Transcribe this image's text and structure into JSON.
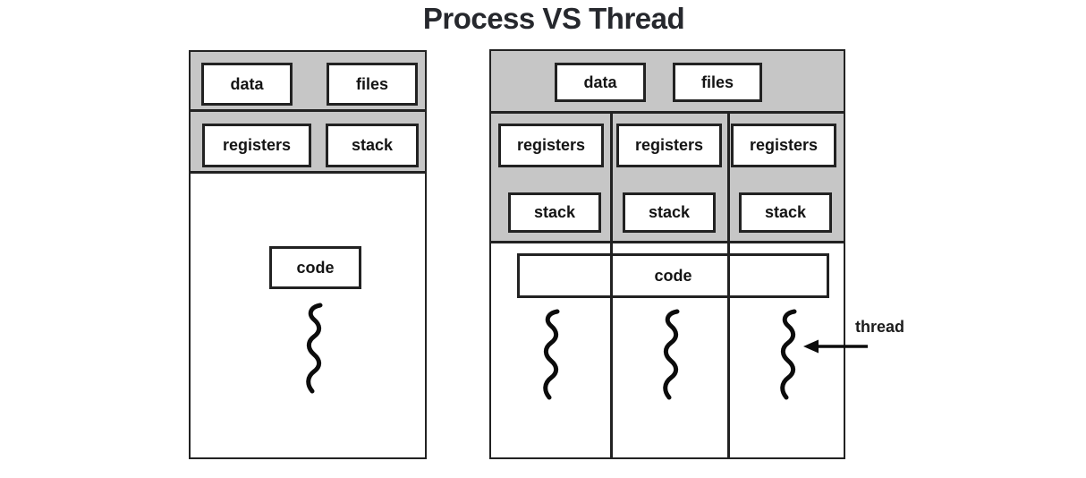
{
  "title": "Process VS Thread",
  "colors": {
    "section_fill": "#c6c6c6",
    "line": "#222222",
    "text": "#141414"
  },
  "single_threaded_process": {
    "data": "data",
    "files": "files",
    "registers": "registers",
    "stack": "stack",
    "code": "code"
  },
  "multi_threaded_process": {
    "data": "data",
    "files": "files",
    "columns": [
      {
        "registers": "registers",
        "stack": "stack"
      },
      {
        "registers": "registers",
        "stack": "stack"
      },
      {
        "registers": "registers",
        "stack": "stack"
      }
    ],
    "code": "code",
    "thread_annotation": "thread"
  }
}
